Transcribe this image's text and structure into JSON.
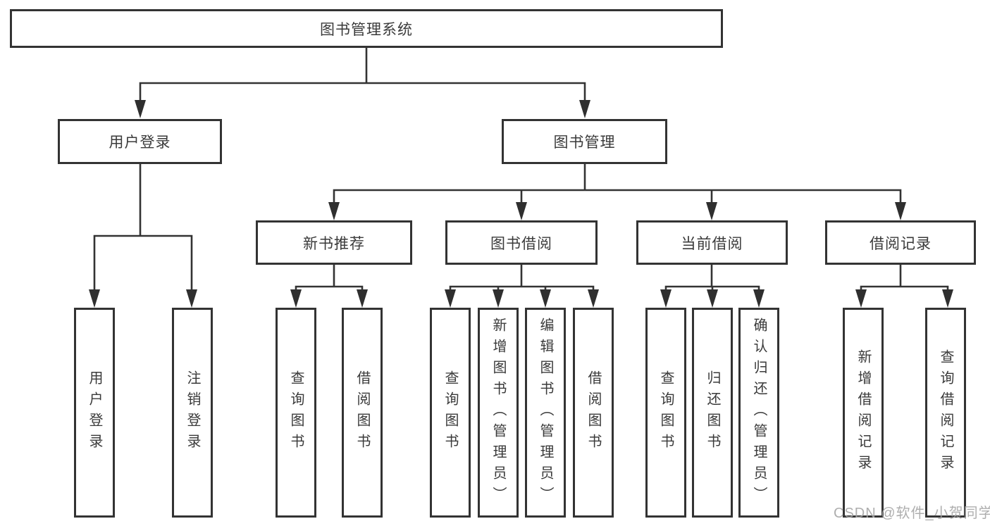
{
  "colors": {
    "line": "#333333",
    "box_border": "#333333",
    "box_background": "#ffffff",
    "text": "#3a3a3a",
    "watermark": "#a6a6a6",
    "background": "#ffffff"
  },
  "tree": {
    "root": {
      "label": "图书管理系统"
    },
    "level2": [
      {
        "label": "用户登录"
      },
      {
        "label": "图书管理"
      }
    ],
    "level3": [
      {
        "label": "新书推荐",
        "parent": "图书管理"
      },
      {
        "label": "图书借阅",
        "parent": "图书管理"
      },
      {
        "label": "当前借阅",
        "parent": "图书管理"
      },
      {
        "label": "借阅记录",
        "parent": "图书管理"
      }
    ],
    "leaves": [
      {
        "label": "用户登录",
        "parent": "用户登录"
      },
      {
        "label": "注销登录",
        "parent": "用户登录"
      },
      {
        "label": "查询图书",
        "parent": "新书推荐"
      },
      {
        "label": "借阅图书",
        "parent": "新书推荐"
      },
      {
        "label": "查询图书",
        "parent": "图书借阅"
      },
      {
        "label": "新增图书（管理员）",
        "parent": "图书借阅"
      },
      {
        "label": "编辑图书（管理员）",
        "parent": "图书借阅"
      },
      {
        "label": "借阅图书",
        "parent": "图书借阅"
      },
      {
        "label": "查询图书",
        "parent": "当前借阅"
      },
      {
        "label": "归还图书",
        "parent": "当前借阅"
      },
      {
        "label": "确认归还（管理员）",
        "parent": "当前借阅"
      },
      {
        "label": "新增借阅记录",
        "parent": "借阅记录"
      },
      {
        "label": "查询借阅记录",
        "parent": "借阅记录"
      }
    ]
  },
  "watermark": {
    "text": "CSDN @软件_小贺同学"
  }
}
